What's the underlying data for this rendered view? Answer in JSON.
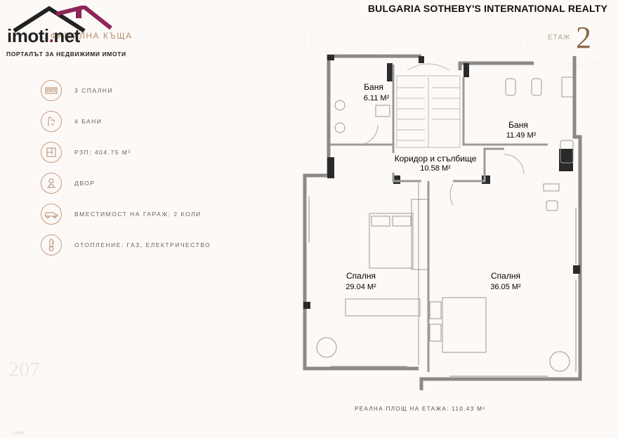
{
  "header": {
    "agency": "BULGARIA SOTHEBY'S INTERNATIONAL REALTY",
    "watermark_left": "Bulgaria",
    "watermark_right": "Sotheby's",
    "watermark_sub": "INTERNATIONAL REALTY",
    "floor_prefix": "ЕТАЖ",
    "floor_number": "2",
    "house_type": "…ФАМИЛНА КЪЩА"
  },
  "logo": {
    "name_main": "imoti",
    "name_dot": ".",
    "name_tld": "net",
    "tagline": "ПОРТАЛЪТ ЗА НЕДВИЖИМИ ИМОТИ",
    "accent_color": "#8e2458"
  },
  "features": [
    {
      "icon": "bed-icon",
      "label": "3 СПАЛНИ"
    },
    {
      "icon": "bath-icon",
      "label": "4 БАНИ"
    },
    {
      "icon": "floor-plan-icon",
      "label": "РЗП: 404.75 М²"
    },
    {
      "icon": "yard-icon",
      "label": "ДВОР"
    },
    {
      "icon": "car-icon",
      "label": "ВМЕСТИМОСТ НА ГАРАЖ: 2 КОЛИ"
    },
    {
      "icon": "thermometer-icon",
      "label": "ОТОПЛЕНИЕ: ГАЗ, ЕЛЕКТРИЧЕСТВО"
    }
  ],
  "rooms": {
    "bath1": {
      "name": "Баня",
      "area": "6.11 М²"
    },
    "bath2": {
      "name": "Баня",
      "area": "11.49 М²"
    },
    "corridor": {
      "name": "Коридор и стълбище",
      "area": "10.58 М²"
    },
    "bedroom1": {
      "name": "Спалня",
      "area": "29.04 М²"
    },
    "bedroom2": {
      "name": "Спалня",
      "area": "36.05 М²"
    }
  },
  "footer": {
    "floor_area": "РЕАЛНА ПЛОЩ НА ЕТАЖА: 110.43 М²",
    "corner_wm": "207",
    "corner_url": "…com"
  },
  "colors": {
    "accent_bronze": "#c79a7b",
    "wall": "#8a8a8a",
    "wall_dark": "#2a2a2a",
    "background": "#fdf9f7"
  }
}
